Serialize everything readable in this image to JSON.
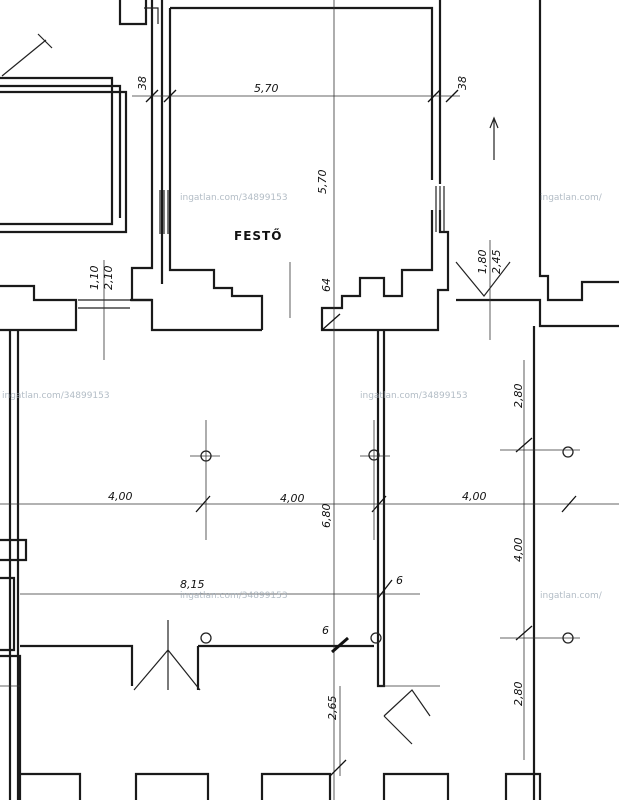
{
  "plan": {
    "room_label": "FESTŐ",
    "dimensions": {
      "top_width": "5,70",
      "room_height": "5,70",
      "wall_left": "38",
      "wall_right": "38",
      "door_left_a": "1,10",
      "door_left_b": "2,10",
      "door_right_a": "1,80",
      "door_right_b": "2,45",
      "pier": "64",
      "span_a": "4,00",
      "span_b": "4,00",
      "span_c": "4,00",
      "span_small": "6,80",
      "long_span": "8,15",
      "right_upper": "2,80",
      "right_mid": "4,00",
      "right_lower": "2,80",
      "bottom_mid": "2,65",
      "beam_a": "6",
      "beam_b": "6"
    },
    "watermarks": [
      "ingatlan.com/34899153",
      "ingatlan.com/",
      "ingatlan.com/34899153",
      "ingatlan.com/34899153",
      "ingatlan.com/34899153",
      "ingatlan.com/"
    ]
  }
}
